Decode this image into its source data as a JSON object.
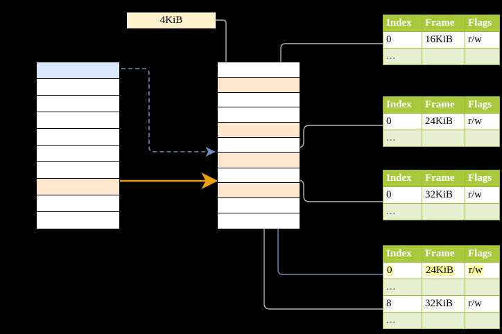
{
  "diagram": {
    "title": "page-table-translation-diagram",
    "size_label": "4KiB",
    "colors": {
      "header_green": "#A9C93C",
      "ellipsis_row": "#E9EFD3",
      "highlight_yellow": "#FFFBA0",
      "blue_row": "#DAE8FC",
      "peach_row": "#FFE6CC",
      "size_box": "#FFF2CC",
      "orange_arrow": "#E8A202",
      "blue_arrow": "#6C8EBF",
      "gray_arrow": "#B3B3B3"
    }
  },
  "left_column": {
    "name": "virtual-address-space",
    "rows": [
      {
        "label": "",
        "fill": "blue"
      },
      {
        "label": "",
        "fill": "white"
      },
      {
        "label": "",
        "fill": "white"
      },
      {
        "label": "",
        "fill": "white"
      },
      {
        "label": "",
        "fill": "white"
      },
      {
        "label": "",
        "fill": "white"
      },
      {
        "label": "",
        "fill": "white"
      },
      {
        "label": "",
        "fill": "peach"
      },
      {
        "label": "",
        "fill": "white"
      },
      {
        "label": "",
        "fill": "white"
      }
    ]
  },
  "middle_column": {
    "name": "physical-memory",
    "rows": [
      {
        "label": "",
        "fill": "white"
      },
      {
        "label": "",
        "fill": "peach"
      },
      {
        "label": "",
        "fill": "white"
      },
      {
        "label": "",
        "fill": "white"
      },
      {
        "label": "",
        "fill": "peach"
      },
      {
        "label": "",
        "fill": "white"
      },
      {
        "label": "",
        "fill": "peach"
      },
      {
        "label": "",
        "fill": "white"
      },
      {
        "label": "",
        "fill": "peach"
      },
      {
        "label": "",
        "fill": "white"
      },
      {
        "label": "",
        "fill": "white"
      }
    ]
  },
  "page_tables": [
    {
      "name": "page-table-level-1",
      "headers": [
        "Index",
        "Frame",
        "Flags"
      ],
      "rows": [
        {
          "cells": [
            "0",
            "16KiB",
            "r/w"
          ],
          "ellipsis": false,
          "highlight": false
        },
        {
          "cells": [
            "...",
            "",
            ""
          ],
          "ellipsis": true,
          "highlight": false
        }
      ]
    },
    {
      "name": "page-table-level-2",
      "headers": [
        "Index",
        "Frame",
        "Flags"
      ],
      "rows": [
        {
          "cells": [
            "0",
            "24KiB",
            "r/w"
          ],
          "ellipsis": false,
          "highlight": false
        },
        {
          "cells": [
            "...",
            "",
            ""
          ],
          "ellipsis": true,
          "highlight": false
        }
      ]
    },
    {
      "name": "page-table-level-3",
      "headers": [
        "Index",
        "Frame",
        "Flags"
      ],
      "rows": [
        {
          "cells": [
            "0",
            "32KiB",
            "r/w"
          ],
          "ellipsis": false,
          "highlight": false
        },
        {
          "cells": [
            "...",
            "",
            ""
          ],
          "ellipsis": true,
          "highlight": false
        }
      ]
    },
    {
      "name": "page-table-level-4",
      "headers": [
        "Index",
        "Frame",
        "Flags"
      ],
      "rows": [
        {
          "cells": [
            "0",
            "24KiB",
            "r/w"
          ],
          "ellipsis": false,
          "highlight": true
        },
        {
          "cells": [
            "...",
            "",
            ""
          ],
          "ellipsis": true,
          "highlight": false
        },
        {
          "cells": [
            "8",
            "32KiB",
            "r/w"
          ],
          "ellipsis": false,
          "highlight": false
        },
        {
          "cells": [
            "...",
            "",
            ""
          ],
          "ellipsis": true,
          "highlight": false
        }
      ]
    }
  ]
}
